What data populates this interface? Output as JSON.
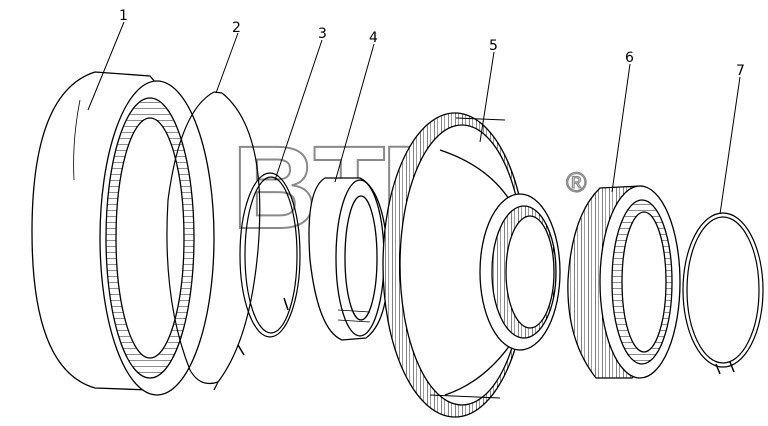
{
  "diagram": {
    "watermark": {
      "text": "BTM",
      "registered": "®"
    },
    "callouts": [
      {
        "id": "1",
        "label": "1",
        "part": "ring-gear-housing"
      },
      {
        "id": "2",
        "label": "2",
        "part": "large-snap-ring"
      },
      {
        "id": "3",
        "label": "3",
        "part": "small-snap-ring"
      },
      {
        "id": "4",
        "label": "4",
        "part": "bearing"
      },
      {
        "id": "5",
        "label": "5",
        "part": "gear-hub"
      },
      {
        "id": "6",
        "label": "6",
        "part": "splined-coupling"
      },
      {
        "id": "7",
        "label": "7",
        "part": "retaining-ring"
      }
    ]
  }
}
